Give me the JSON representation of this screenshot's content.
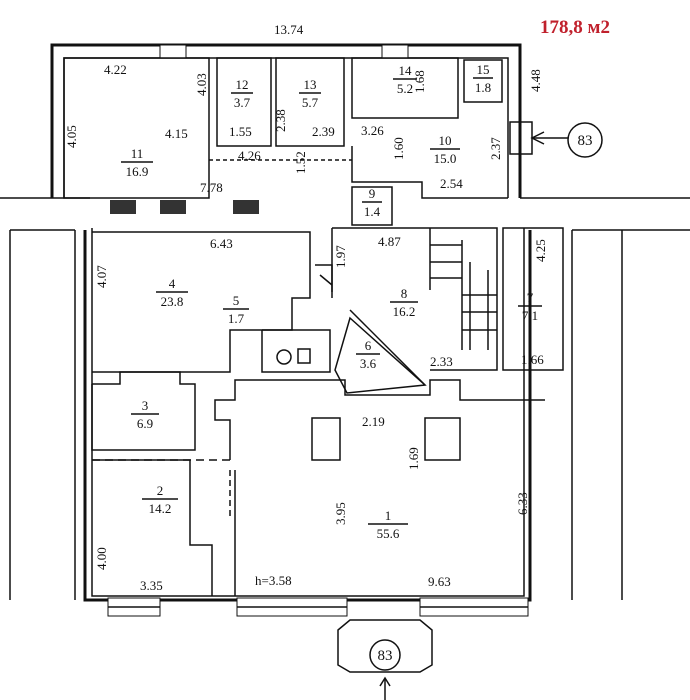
{
  "total_area": "178,8 м2",
  "entrance_number": "83",
  "ceiling_height": "h=3.58",
  "rooms": [
    {
      "id": "r1",
      "number": "1",
      "area": "55.6"
    },
    {
      "id": "r2",
      "number": "2",
      "area": "14.2"
    },
    {
      "id": "r3",
      "number": "3",
      "area": "6.9"
    },
    {
      "id": "r4",
      "number": "4",
      "area": "23.8"
    },
    {
      "id": "r5",
      "number": "5",
      "area": "1.7"
    },
    {
      "id": "r6",
      "number": "6",
      "area": "3.6"
    },
    {
      "id": "r7",
      "number": "7",
      "area": "7.1"
    },
    {
      "id": "r8",
      "number": "8",
      "area": "16.2"
    },
    {
      "id": "r9",
      "number": "9",
      "area": "1.4"
    },
    {
      "id": "r10",
      "number": "10",
      "area": "15.0"
    },
    {
      "id": "r11",
      "number": "11",
      "area": "16.9"
    },
    {
      "id": "r12",
      "number": "12",
      "area": "3.7"
    },
    {
      "id": "r13",
      "number": "13",
      "area": "5.7"
    },
    {
      "id": "r14",
      "number": "14",
      "area": "5.2"
    },
    {
      "id": "r15",
      "number": "15",
      "area": "1.8"
    }
  ],
  "dimensions": [
    "13.74",
    "4.22",
    "4.03",
    "4.05",
    "4.15",
    "4.26",
    "7.78",
    "1.55",
    "2.38",
    "2.39",
    "1.52",
    "3.26",
    "1.60",
    "1.68",
    "4.48",
    "2.37",
    "2.54",
    "6.43",
    "1.97",
    "4.87",
    "4.07",
    "4.25",
    "1.66",
    "2.33",
    "2.19",
    "1.69",
    "3.95",
    "6.33",
    "4.00",
    "3.35",
    "9.63"
  ]
}
